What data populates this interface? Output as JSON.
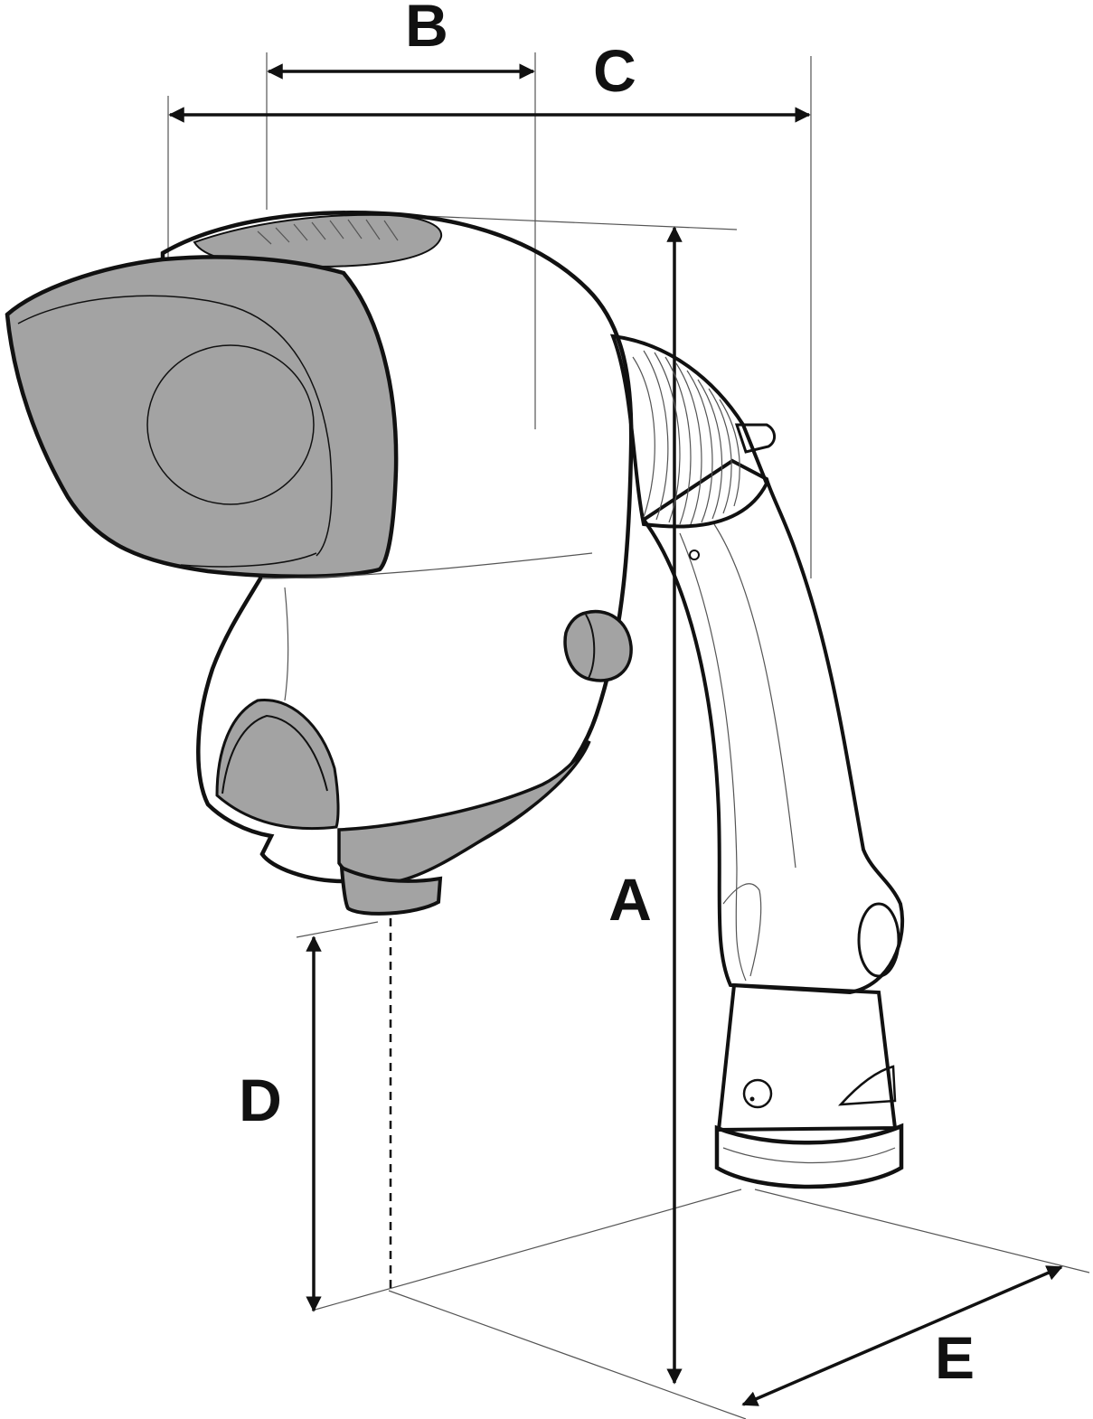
{
  "labels": {
    "a": "A",
    "b": "B",
    "c": "C",
    "d": "D",
    "e": "E"
  },
  "colors": {
    "ink": "#111111",
    "shade": "#a3a3a3",
    "body_fill": "#ffffff",
    "background": "#ffffff"
  }
}
